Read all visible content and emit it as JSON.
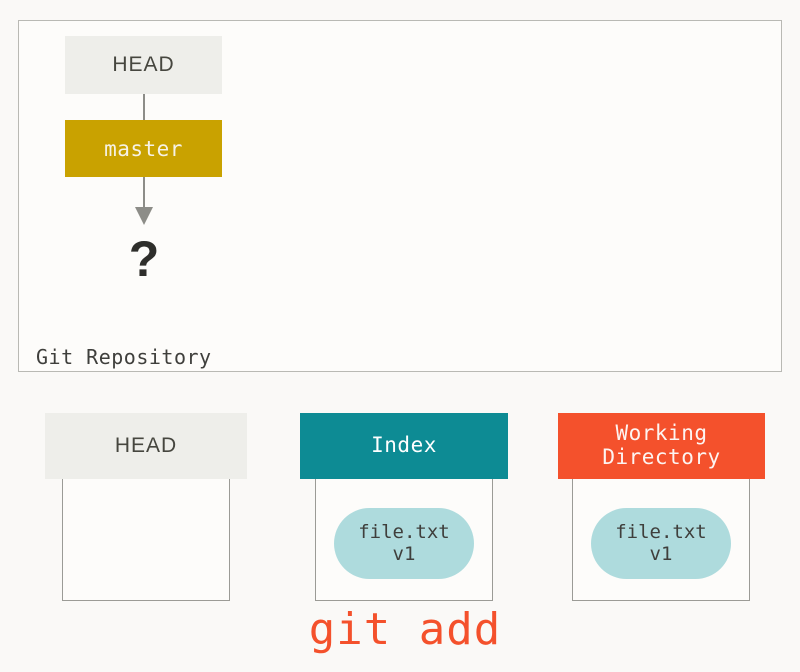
{
  "diagram": {
    "background_color": "#faf9f7",
    "repository": {
      "label": "Git Repository",
      "border_color": "#b9b9b4",
      "refs": [
        {
          "name": "head-ref",
          "label": "HEAD",
          "fill_color": "#eeeeea",
          "text_color": "#46463f",
          "font": "sans"
        },
        {
          "name": "master-ref",
          "label": "master",
          "fill_color": "#c9a200",
          "text_color": "#f6f2e6",
          "font": "mono"
        }
      ],
      "commit_placeholder": "?",
      "connector_color": "#8d8d88"
    },
    "areas": [
      {
        "name": "head",
        "title": "HEAD",
        "header_color": "#eeeeea",
        "header_text_color": "#46463f",
        "font": "sans",
        "contents": []
      },
      {
        "name": "index",
        "title": "Index",
        "header_color": "#0d8b94",
        "header_text_color": "#ffffff",
        "font": "mono",
        "contents": [
          {
            "name": "file-blob",
            "filename": "file.txt",
            "version": "v1",
            "fill_color": "#aedbdd"
          }
        ]
      },
      {
        "name": "working-directory",
        "title": "Working\nDirectory",
        "title_line1": "Working",
        "title_line2": "Directory",
        "header_color": "#f4512c",
        "header_text_color": "#fdf4f1",
        "font": "mono",
        "contents": [
          {
            "name": "file-blob",
            "filename": "file.txt",
            "version": "v1",
            "fill_color": "#aedbdd"
          }
        ]
      }
    ],
    "command": {
      "label": "git add",
      "color": "#f4512c"
    }
  }
}
